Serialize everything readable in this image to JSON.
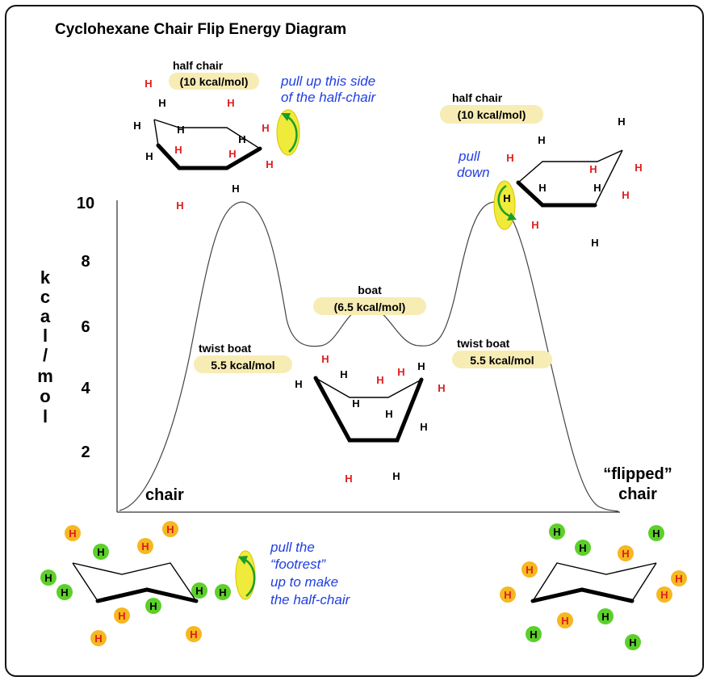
{
  "title": "Cyclohexane Chair Flip Energy Diagram",
  "y_axis": {
    "label_letters": [
      "k",
      "c",
      "a",
      "l",
      "/",
      "m",
      "o",
      "l"
    ],
    "ticks": [
      "10",
      "8",
      "6",
      "4",
      "2"
    ]
  },
  "labels": {
    "half_chair_left": {
      "name": "half chair",
      "energy": "(10 kcal/mol)"
    },
    "half_chair_right": {
      "name": "half chair",
      "energy": "(10 kcal/mol)"
    },
    "boat": {
      "name": "boat",
      "energy": "(6.5 kcal/mol)"
    },
    "twist_boat_left": {
      "name": "twist boat",
      "energy": "5.5 kcal/mol"
    },
    "twist_boat_right": {
      "name": "twist boat",
      "energy": "5.5 kcal/mol"
    },
    "chair": "chair",
    "flipped_chair": [
      "“flipped”",
      "chair"
    ]
  },
  "notes": {
    "pull_up": [
      "pull up this side",
      "of the half-chair"
    ],
    "pull_down": [
      "pull",
      "down"
    ],
    "footrest": [
      "pull the",
      "“footrest”",
      "up to make",
      "the half-chair"
    ]
  },
  "atom": "H",
  "colors": {
    "curve": "#444444",
    "highlight": "#f0ea3a",
    "label_box": "#f7ecb4",
    "note_text": "#1f3ee0",
    "h_red": "#e01d1d",
    "h_green": "#5ccf2a",
    "h_orange": "#f5b820",
    "arrow": "#1a9e2a"
  },
  "chart_data": {
    "type": "line",
    "title": "Cyclohexane Chair Flip Energy Diagram",
    "ylabel": "kcal/mol",
    "ylim": [
      0,
      10
    ],
    "yticks": [
      2,
      4,
      6,
      8,
      10
    ],
    "points": [
      {
        "label": "chair",
        "energy": 0
      },
      {
        "label": "half chair",
        "energy": 10
      },
      {
        "label": "twist boat",
        "energy": 5.5
      },
      {
        "label": "boat",
        "energy": 6.5
      },
      {
        "label": "twist boat",
        "energy": 5.5
      },
      {
        "label": "half chair",
        "energy": 10
      },
      {
        "label": "“flipped” chair",
        "energy": 0
      }
    ]
  }
}
